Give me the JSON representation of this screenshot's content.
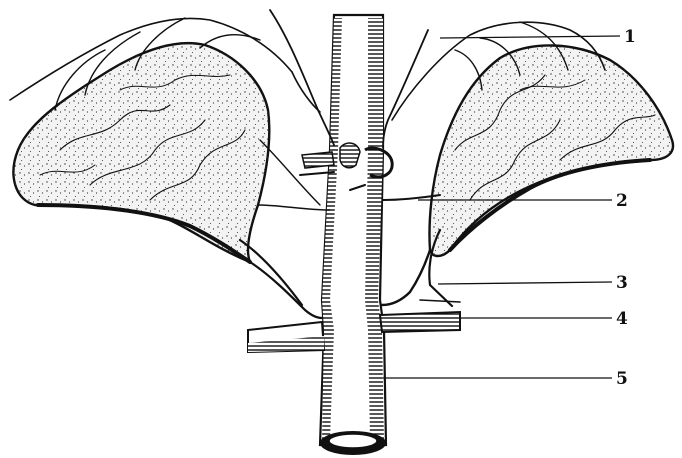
{
  "labels": [
    {
      "id": "1",
      "text": "1"
    },
    {
      "id": "2",
      "text": "2"
    },
    {
      "id": "3",
      "text": "3"
    },
    {
      "id": "4",
      "text": "4"
    },
    {
      "id": "5",
      "text": "5"
    }
  ],
  "colors": {
    "ink": "#111111",
    "paper": "#ffffff",
    "stipple": "#333333"
  }
}
